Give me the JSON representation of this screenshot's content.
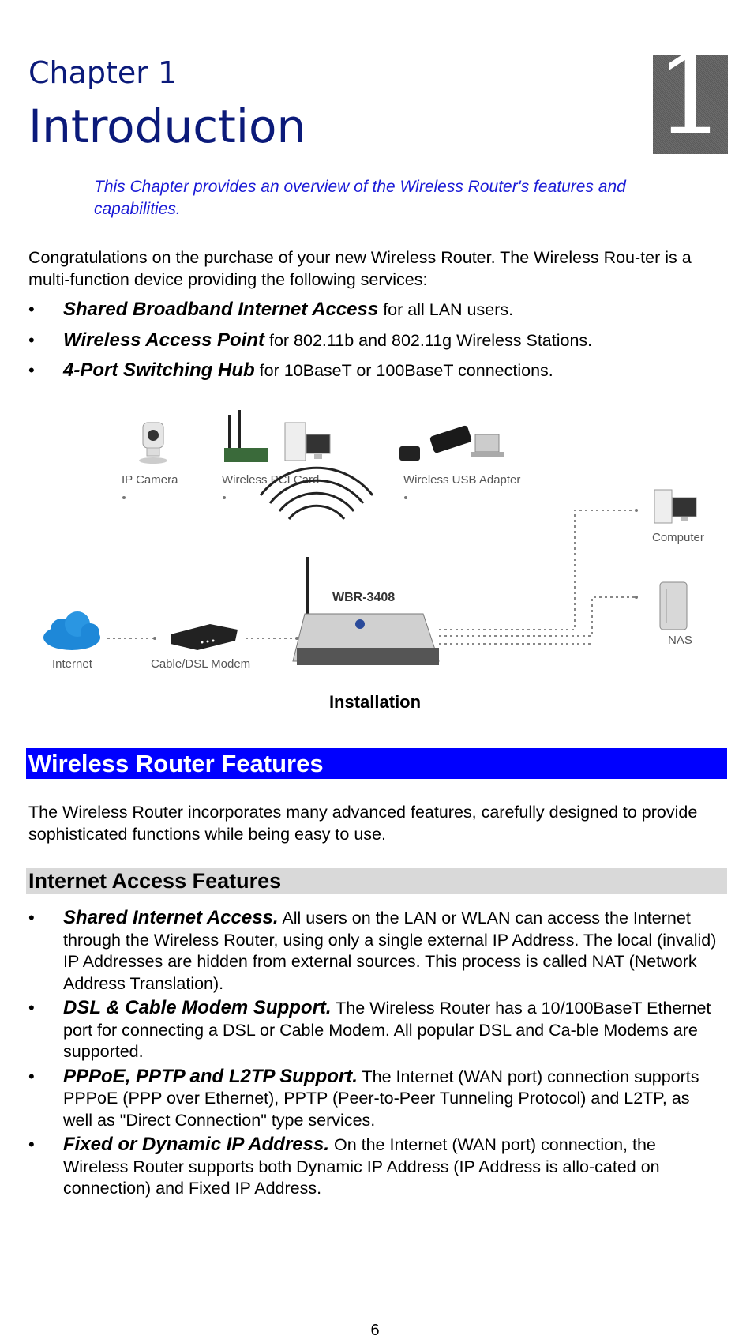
{
  "chapter": {
    "label": "Chapter 1",
    "title": "Introduction",
    "number": "1",
    "intro": "This Chapter provides an overview of the Wireless Router's features and capabilities."
  },
  "intro_paragraph": "Congratulations on the purchase of your new Wireless Router. The Wireless Rou-ter is a multi-function device providing the following services:",
  "services": [
    {
      "bold": "Shared Broadband Internet Access",
      "text": " for all LAN users."
    },
    {
      "bold": "Wireless Access Point",
      "text": " for 802.11b and 802.11g Wireless Stations."
    },
    {
      "bold": "4-Port Switching Hub",
      "text": " for 10BaseT or 100BaseT connections."
    }
  ],
  "diagram": {
    "labels": {
      "ip_camera": "IP Camera",
      "pci_card": "Wireless PCI Card",
      "usb_adapter": "Wireless USB Adapter",
      "computer": "Computer",
      "router": "WBR-3408",
      "nas": "NAS",
      "internet": "Internet",
      "modem": "Cable/DSL Modem"
    },
    "caption": "Installation"
  },
  "features_section": {
    "title": "Wireless Router Features",
    "description": "The Wireless Router incorporates many advanced features, carefully designed to provide sophisticated functions while being easy to use."
  },
  "internet_access": {
    "title": "Internet Access Features",
    "items": [
      {
        "bold": "Shared Internet Access.",
        "text": "  All users on the LAN or WLAN can access the Internet through the Wireless Router, using only a single external IP Address. The local (invalid) IP Addresses are hidden from external sources. This process is called NAT (Network Address Translation)."
      },
      {
        "bold": "DSL & Cable Modem Support.",
        "text": "  The Wireless Router has a 10/100BaseT Ethernet port for connecting a DSL or Cable Modem. All popular DSL and Ca-ble Modems are supported."
      },
      {
        "bold": "PPPoE, PPTP and L2TP Support.",
        "text": "  The Internet (WAN port) connection supports PPPoE (PPP over Ethernet), PPTP (Peer-to-Peer Tunneling Protocol) and L2TP, as well as \"Direct Connection\" type services."
      },
      {
        "bold": "Fixed or Dynamic IP Address.",
        "text": "  On the Internet (WAN port) connection, the Wireless Router supports both Dynamic IP Address (IP Address is allo-cated on connection) and Fixed IP Address."
      }
    ]
  },
  "page_number": "6"
}
